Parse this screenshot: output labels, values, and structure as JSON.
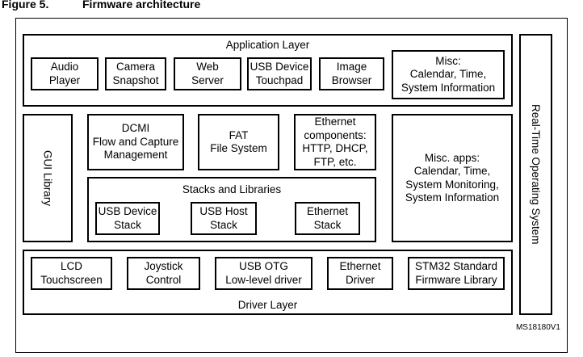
{
  "figure": {
    "number": "Figure 5.",
    "title": "Firmware architecture"
  },
  "application_layer": {
    "label": "Application Layer",
    "items": [
      "Audio\nPlayer",
      "Camera\nSnapshot",
      "Web\nServer",
      "USB Device\nTouchpad",
      "Image\nBrowser",
      "Misc:\nCalendar, Time,\nSystem Information"
    ]
  },
  "gui_library": {
    "label": "GUI Library"
  },
  "middle": {
    "dcmi": "DCMI\nFlow and Capture\nManagement",
    "fat": "FAT\nFile System",
    "ethernet_components": "Ethernet\ncomponents:\nHTTP, DHCP,\nFTP, etc.",
    "misc_apps": "Misc. apps:\nCalendar, Time,\nSystem Monitoring,\nSystem Information"
  },
  "stacks": {
    "label": "Stacks and Libraries",
    "items": [
      "USB Device\nStack",
      "USB Host\nStack",
      "Ethernet\nStack"
    ]
  },
  "driver_layer": {
    "label": "Driver Layer",
    "items": [
      "LCD\nTouchscreen",
      "Joystick\nControl",
      "USB OTG\nLow-level driver",
      "Ethernet\nDriver",
      "STM32 Standard\nFirmware Library"
    ]
  },
  "rtos": {
    "label": "Real-Time Operating System"
  },
  "diagram_code": "MS18180V1"
}
